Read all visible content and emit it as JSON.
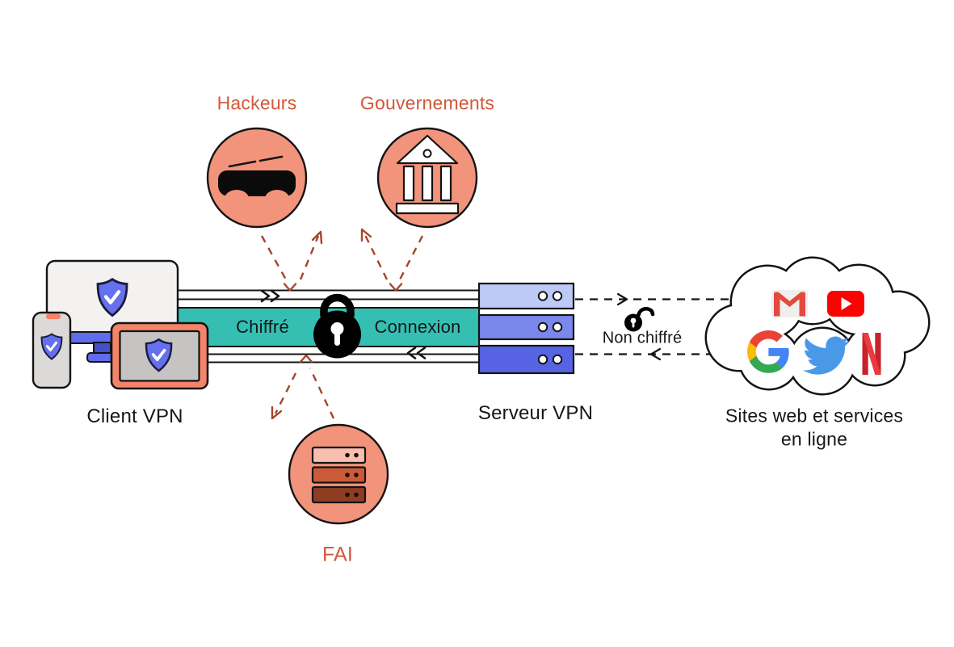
{
  "diagram": {
    "labels": {
      "hackers": "Hackeurs",
      "governments": "Gouvernements",
      "client_vpn": "Client VPN",
      "encrypted": "Chiffré",
      "connection": "Connexion",
      "vpn_server": "Serveur VPN",
      "not_encrypted": "Non chiffré",
      "websites_line1": "Sites web et services",
      "websites_line2": "en ligne",
      "isp": "FAI"
    },
    "entities": [
      {
        "name": "Client VPN",
        "icon": "client-devices-icon"
      },
      {
        "name": "Hackeurs",
        "icon": "hacker-mask-icon"
      },
      {
        "name": "Gouvernements",
        "icon": "government-building-icon"
      },
      {
        "name": "Serveur VPN",
        "icon": "vpn-server-stack-icon"
      },
      {
        "name": "FAI",
        "icon": "isp-server-rack-icon"
      },
      {
        "name": "Sites web et services en ligne",
        "icon": "cloud-icon",
        "services": [
          "Gmail",
          "YouTube",
          "Google",
          "Twitter",
          "Netflix"
        ]
      }
    ],
    "flows": [
      {
        "from": "Client VPN",
        "to": "Serveur VPN",
        "label": "Chiffré · Connexion",
        "icon": "closed-padlock-icon",
        "style": "solid-tunnel-both-directions"
      },
      {
        "from": "Serveur VPN",
        "to": "Sites web et services en ligne",
        "label": "Non chiffré",
        "icon": "open-padlock-icon",
        "style": "dashed-both-directions"
      },
      {
        "from": "Hackeurs",
        "to": "tunnel",
        "style": "dashed-deflected"
      },
      {
        "from": "Gouvernements",
        "to": "tunnel",
        "style": "dashed-deflected"
      },
      {
        "from": "FAI",
        "to": "tunnel",
        "style": "dashed-deflected"
      }
    ],
    "colors": {
      "salmon": "#F2937B",
      "accent-text": "#D2593A",
      "arrow": "#A5452B",
      "teal": "#35BFB3",
      "srv1": "#BDC9F6",
      "srv2": "#7B87EA",
      "srv3": "#5663E3",
      "shield-blue": "#6470EE",
      "coral": "#F5836A",
      "stand-blue": "#5F6CEB",
      "stand-dark": "#4450C9",
      "panel": "#F4F2F0",
      "phone-grey": "#DCDAD8",
      "screen-grey": "#C6C4C2",
      "fai1": "#F8BFAE",
      "fai2": "#CB5B38",
      "fai3": "#8E3C22",
      "gmail-red": "#E34A3E",
      "youtube-red": "#FB0300",
      "twitter-blue": "#4A99E9",
      "netflix-red": "#C8232A",
      "netflix-bright": "#EA3B42",
      "google-blue": "#4285F4",
      "google-green": "#34A853",
      "google-yellow": "#FBBC05",
      "google-red": "#EA4335"
    }
  }
}
